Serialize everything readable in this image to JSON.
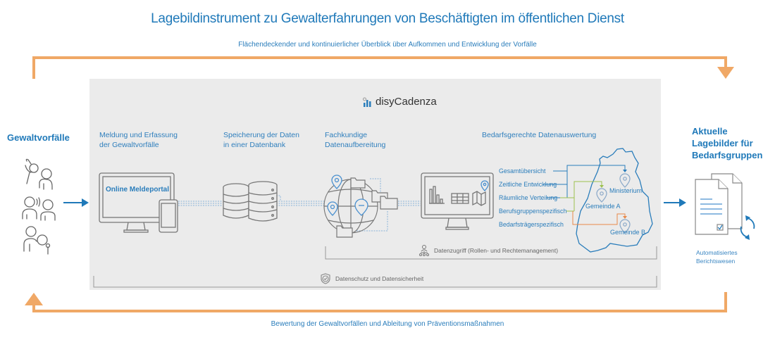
{
  "header": {
    "title": "Lagebildinstrument zu Gewalterfahrungen von Beschäftigten im öffentlichen Dienst",
    "subtitle": "Flächendeckender und kontinuierlicher Überblick über Aufkommen und Entwicklung der Vorfälle"
  },
  "footer": {
    "caption": "Bewertung der Gewaltvorfällen und Ableitung von Präventionsmaßnahmen"
  },
  "logo": {
    "text": "disyCadenza",
    "icon": "bar-chart-icon"
  },
  "left": {
    "heading": "Gewaltvorfälle",
    "icons": [
      "violence-assault-icon",
      "verbal-aggression-icon",
      "harassment-icon"
    ]
  },
  "steps": [
    {
      "label_line1": "Meldung und Erfassung",
      "label_line2": "der Gewaltvorfälle",
      "icon": "monitor-phone-icon",
      "screen_text": "Online Meldeportal"
    },
    {
      "label_line1": "Speicherung der Daten",
      "label_line2": "in einer Datenbank",
      "icon": "database-icon"
    },
    {
      "label_line1": "Fachkundige",
      "label_line2": "Datenaufbereitung",
      "icon": "globe-folders-icon"
    },
    {
      "label_line1": "Bedarfsgerechte Datenauswertung",
      "label_line2": "",
      "icon": "analytics-monitor-icon"
    }
  ],
  "evaluation": {
    "items": [
      "Gesamtübersicht",
      "Zeitliche Entwicklung",
      "Räumliche Verteilung",
      "Berufsgruppenspezifisch",
      "Bedarfsträgerspezifisch"
    ],
    "locations": [
      "Ministerium",
      "Gemeinde A",
      "Gemeinde B"
    ]
  },
  "brackets": {
    "access": "Datenzugriff (Rollen- und Rechtemanagement)",
    "security": "Datenschutz und Datensicherheit"
  },
  "right": {
    "heading_line1": "Aktuelle",
    "heading_line2": "Lagebilder für",
    "heading_line3": "Bedarfsgruppen",
    "caption_line1": "Automatisiertes",
    "caption_line2": "Berichtswesen",
    "icon": "documents-sync-icon"
  },
  "colors": {
    "blue": "#1f79b9",
    "orange": "#f0a866",
    "panel_grey": "#ebebeb",
    "icon_grey": "#666666",
    "green": "#9cc04f",
    "dark_orange": "#e8894a"
  }
}
